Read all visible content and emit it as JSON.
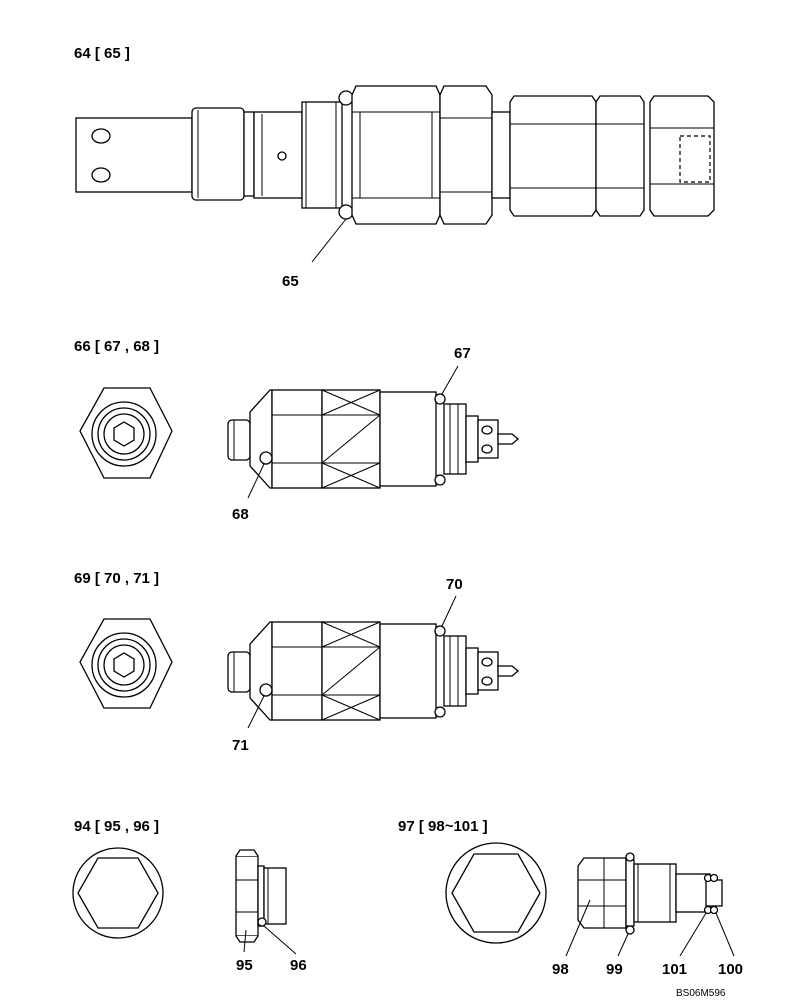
{
  "groups": [
    {
      "header": "64 [ 65 ]",
      "callouts": [
        "65"
      ]
    },
    {
      "header": "66 [ 67 , 68 ]",
      "callouts": [
        "67",
        "68"
      ]
    },
    {
      "header": "69 [ 70 , 71 ]",
      "callouts": [
        "70",
        "71"
      ]
    },
    {
      "header": "94 [ 95 , 96 ]",
      "callouts": [
        "95",
        "96"
      ]
    },
    {
      "header": "97 [ 98~101 ]",
      "callouts": [
        "98",
        "99",
        "101",
        "100"
      ]
    }
  ],
  "drawing_code": "BS06M596"
}
